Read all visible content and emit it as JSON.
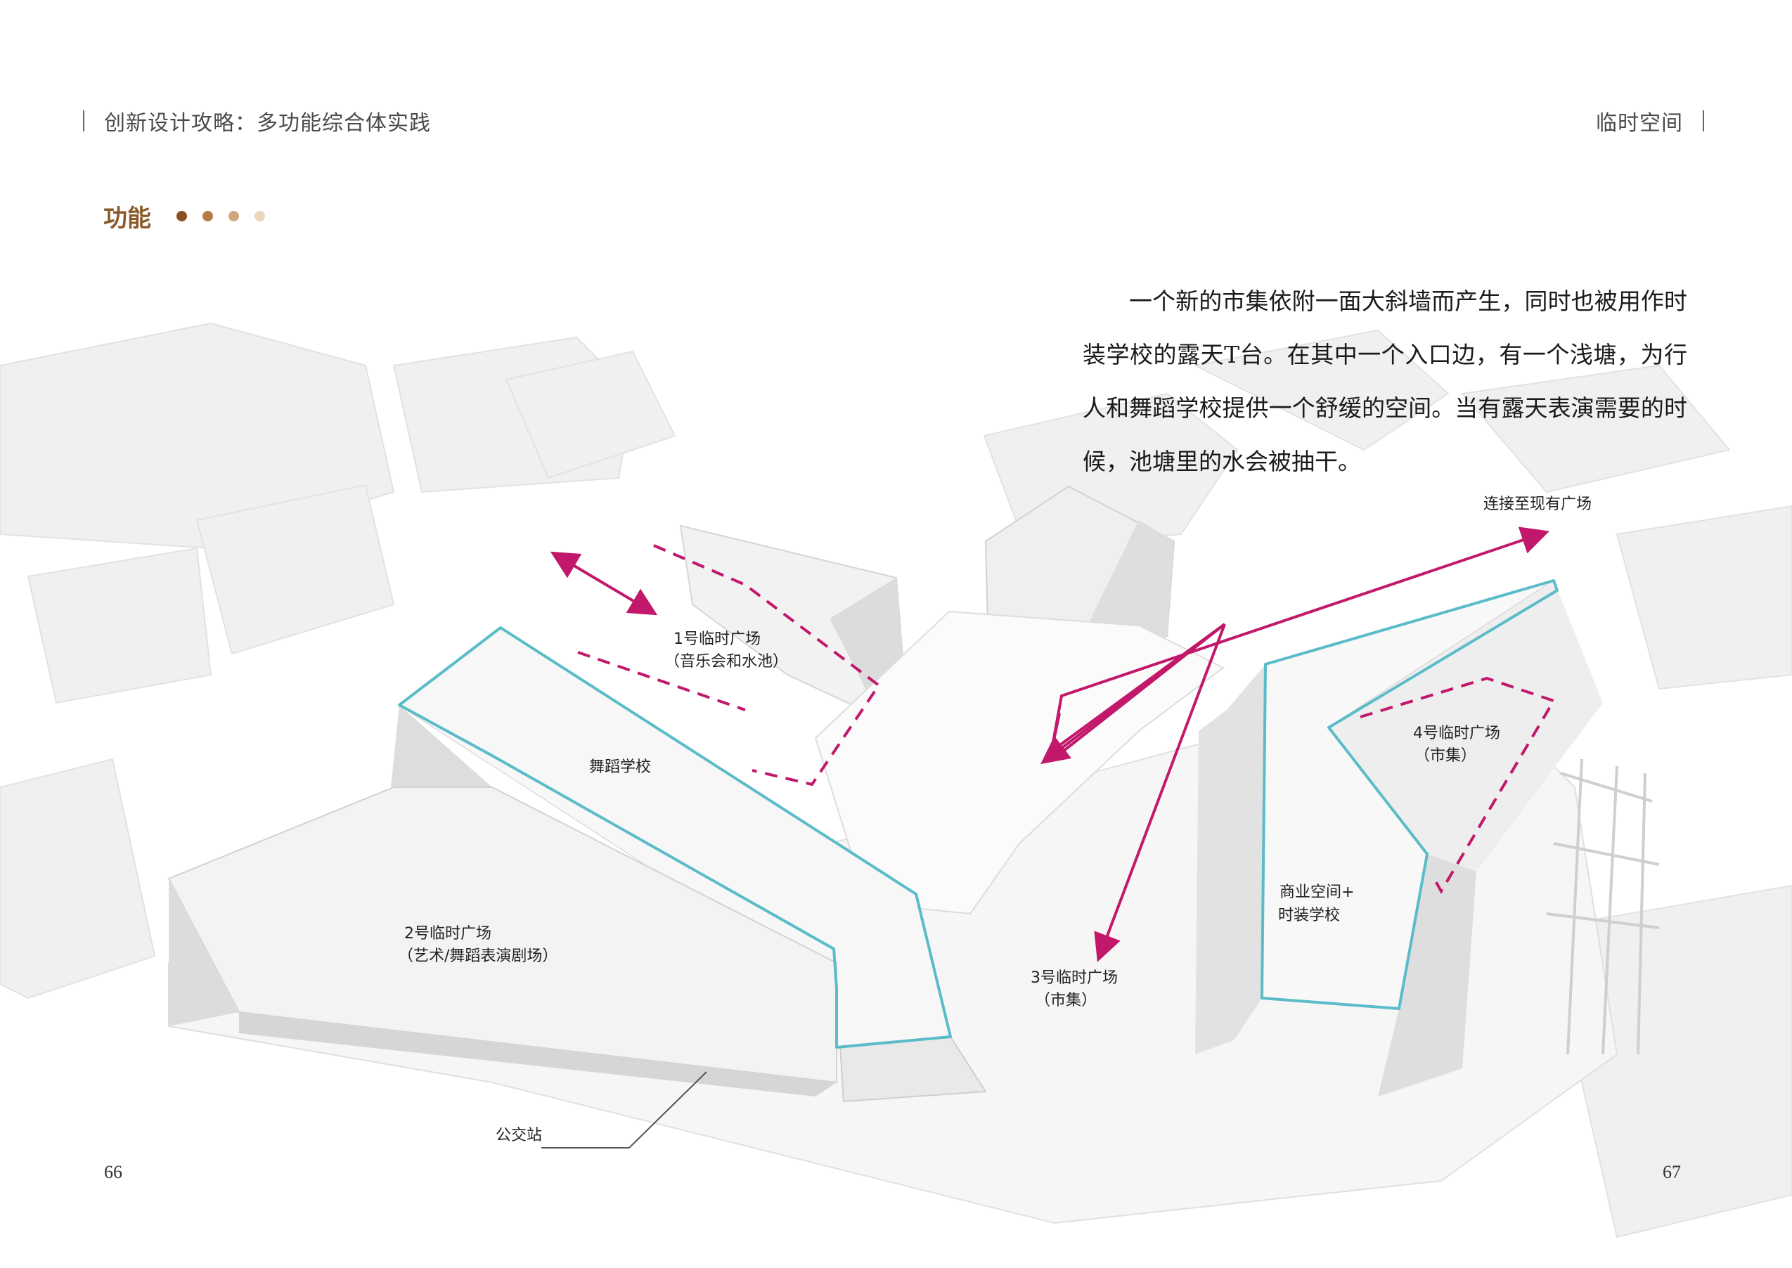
{
  "header": {
    "book_title": "创新设计攻略：多功能综合体实践",
    "chapter": "临时空间"
  },
  "section": {
    "title": "功能",
    "dot_colors": [
      "#8a4f1e",
      "#b67a44",
      "#d4a57a",
      "#ecd5bd"
    ]
  },
  "body_text": "一个新的市集依附一面大斜墙而产生，同时也被用作时装学校的露天T台。在其中一个入口边，有一个浅塘，为行人和舞蹈学校提供一个舒缓的空间。当有露天表演需要的时候，池塘里的水会被抽干。",
  "labels": {
    "plaza1_line1": "1号临时广场",
    "plaza1_line2": "（音乐会和水池）",
    "dance_school": "舞蹈学校",
    "plaza2_line1": "2号临时广场",
    "plaza2_line2": "（艺术/舞蹈表演剧场）",
    "plaza3_line1": "3号临时广场",
    "plaza3_line2": "（市集）",
    "plaza4_line1": "4号临时广场",
    "plaza4_line2": "（市集）",
    "commercial_line1": "商业空间+",
    "commercial_line2": "时装学校",
    "connect": "连接至现有广场",
    "bus_stop": "公交站"
  },
  "colors": {
    "accent_magenta": "#c2186b",
    "outline_cyan": "#5bbcc9",
    "title_brown": "#8a5a2b"
  },
  "page_numbers": {
    "left": "66",
    "right": "67"
  }
}
